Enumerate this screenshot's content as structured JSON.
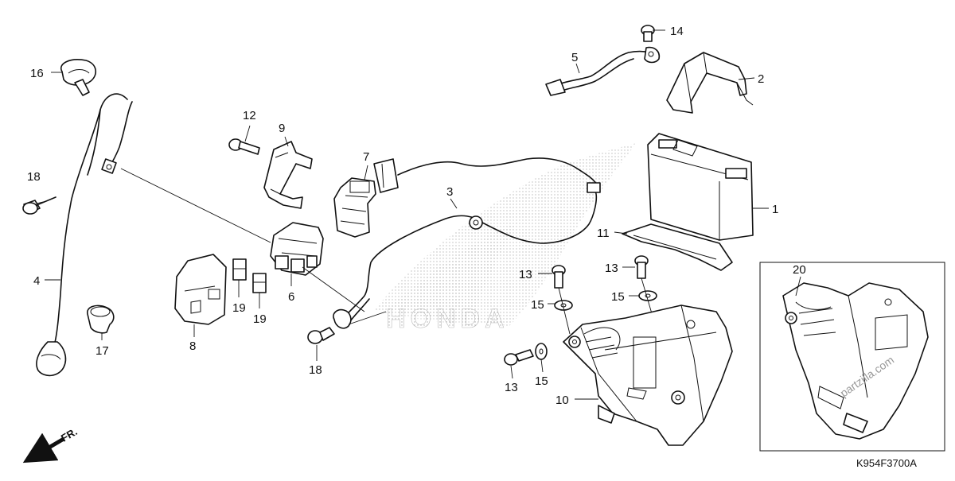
{
  "diagram": {
    "code": "K954F3700A",
    "direction_label": "FR.",
    "watermark": "HONDA",
    "site_watermark": "partzilla.com",
    "callouts": {
      "c1": "1",
      "c2": "2",
      "c3": "3",
      "c4": "4",
      "c5": "5",
      "c6": "6",
      "c7": "7",
      "c8": "8",
      "c9": "9",
      "c10": "10",
      "c11": "11",
      "c12": "12",
      "c13a": "13",
      "c13b": "13",
      "c13c": "13",
      "c14": "14",
      "c15a": "15",
      "c15b": "15",
      "c15c": "15",
      "c16": "16",
      "c17": "17",
      "c18a": "18",
      "c18b": "18",
      "c19a": "19",
      "c19b": "19",
      "c20": "20"
    }
  }
}
